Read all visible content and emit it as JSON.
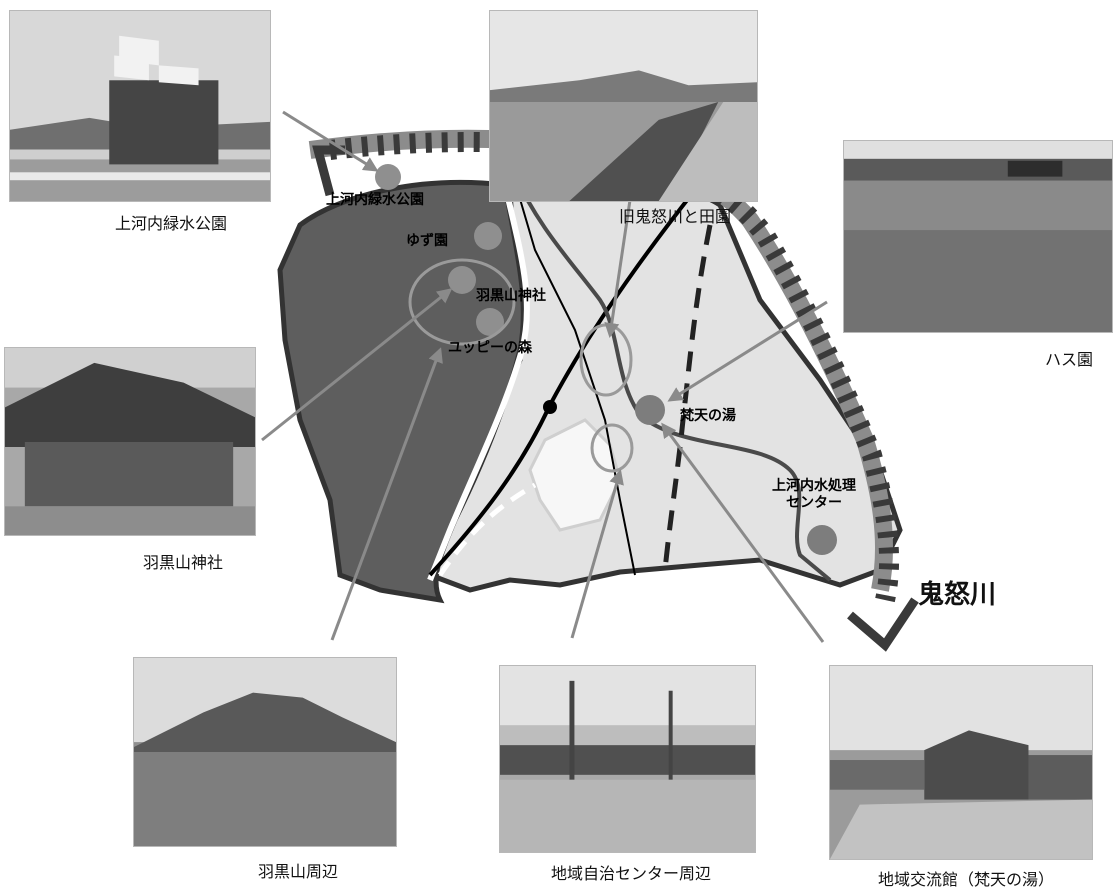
{
  "photos": {
    "kamikawachi_park": "上河内緑水公園",
    "kinu_fields": "旧鬼怒川と田園",
    "lotus_garden": "ハス園",
    "haguro_shrine": "羽黒山神社",
    "haguro_area": "羽黒山周辺",
    "community_center": "地域自治センター周辺",
    "exchange_hall": "地域交流館（梵天の湯）"
  },
  "map_labels": {
    "park": "上河内緑水公園",
    "yuzu": "ゆず園",
    "shrine": "羽黒山神社",
    "yuppie": "ユッピーの森",
    "bonten": "梵天の湯",
    "treatment_1": "上河内水処理",
    "treatment_2": "センター",
    "river": "鬼怒川"
  },
  "colors": {
    "dark_zone": "#5e5e5e",
    "light_zone": "#e3e3e3",
    "river_band": "#8c8c8c",
    "marker": "#8f8f8f",
    "arrow": "#8a8a8a",
    "outline": "#3a3a3a"
  }
}
